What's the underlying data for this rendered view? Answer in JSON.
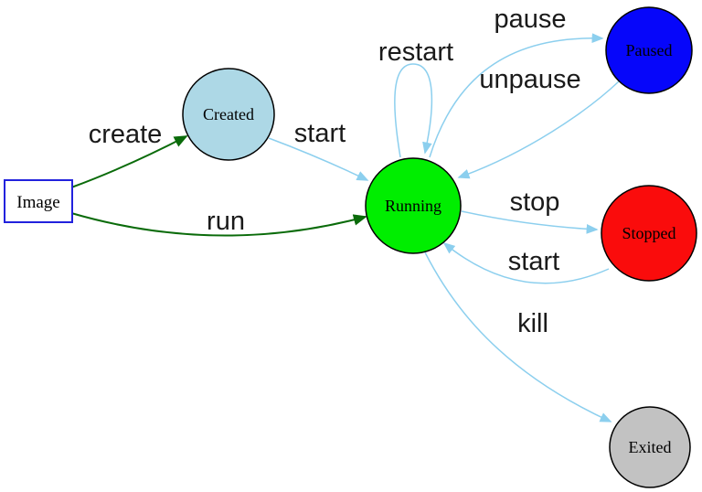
{
  "diagram": {
    "kind": "state-transition-diagram",
    "background": "#ffffff",
    "edge_accent_blue": "#8ccfee",
    "edge_accent_green": "#0a6b0a"
  },
  "nodes": {
    "image": {
      "label": "Image",
      "shape": "rectangle",
      "fill": "#ffffff",
      "border": "#2222dd"
    },
    "created": {
      "label": "Created",
      "shape": "circle",
      "fill": "#add8e6",
      "border": "#000000"
    },
    "running": {
      "label": "Running",
      "shape": "circle",
      "fill": "#00ee00",
      "border": "#000000"
    },
    "paused": {
      "label": "Paused",
      "shape": "circle",
      "fill": "#0606fa",
      "border": "#000000"
    },
    "stopped": {
      "label": "Stopped",
      "shape": "circle",
      "fill": "#fa0c0c",
      "border": "#000000"
    },
    "exited": {
      "label": "Exited",
      "shape": "circle",
      "fill": "#c2c2c2",
      "border": "#000000"
    }
  },
  "edges": {
    "create": {
      "label": "create",
      "from": "image",
      "to": "created",
      "color": "#0a6b0a"
    },
    "run": {
      "label": "run",
      "from": "image",
      "to": "running",
      "color": "#0a6b0a"
    },
    "start_created": {
      "label": "start",
      "from": "created",
      "to": "running",
      "color": "#8ccfee"
    },
    "restart": {
      "label": "restart",
      "from": "running",
      "to": "running",
      "color": "#8ccfee"
    },
    "pause": {
      "label": "pause",
      "from": "running",
      "to": "paused",
      "color": "#8ccfee"
    },
    "unpause": {
      "label": "unpause",
      "from": "paused",
      "to": "running",
      "color": "#8ccfee"
    },
    "stop": {
      "label": "stop",
      "from": "running",
      "to": "stopped",
      "color": "#8ccfee"
    },
    "start_stopped": {
      "label": "start",
      "from": "stopped",
      "to": "running",
      "color": "#8ccfee"
    },
    "kill": {
      "label": "kill",
      "from": "running",
      "to": "exited",
      "color": "#8ccfee"
    }
  }
}
